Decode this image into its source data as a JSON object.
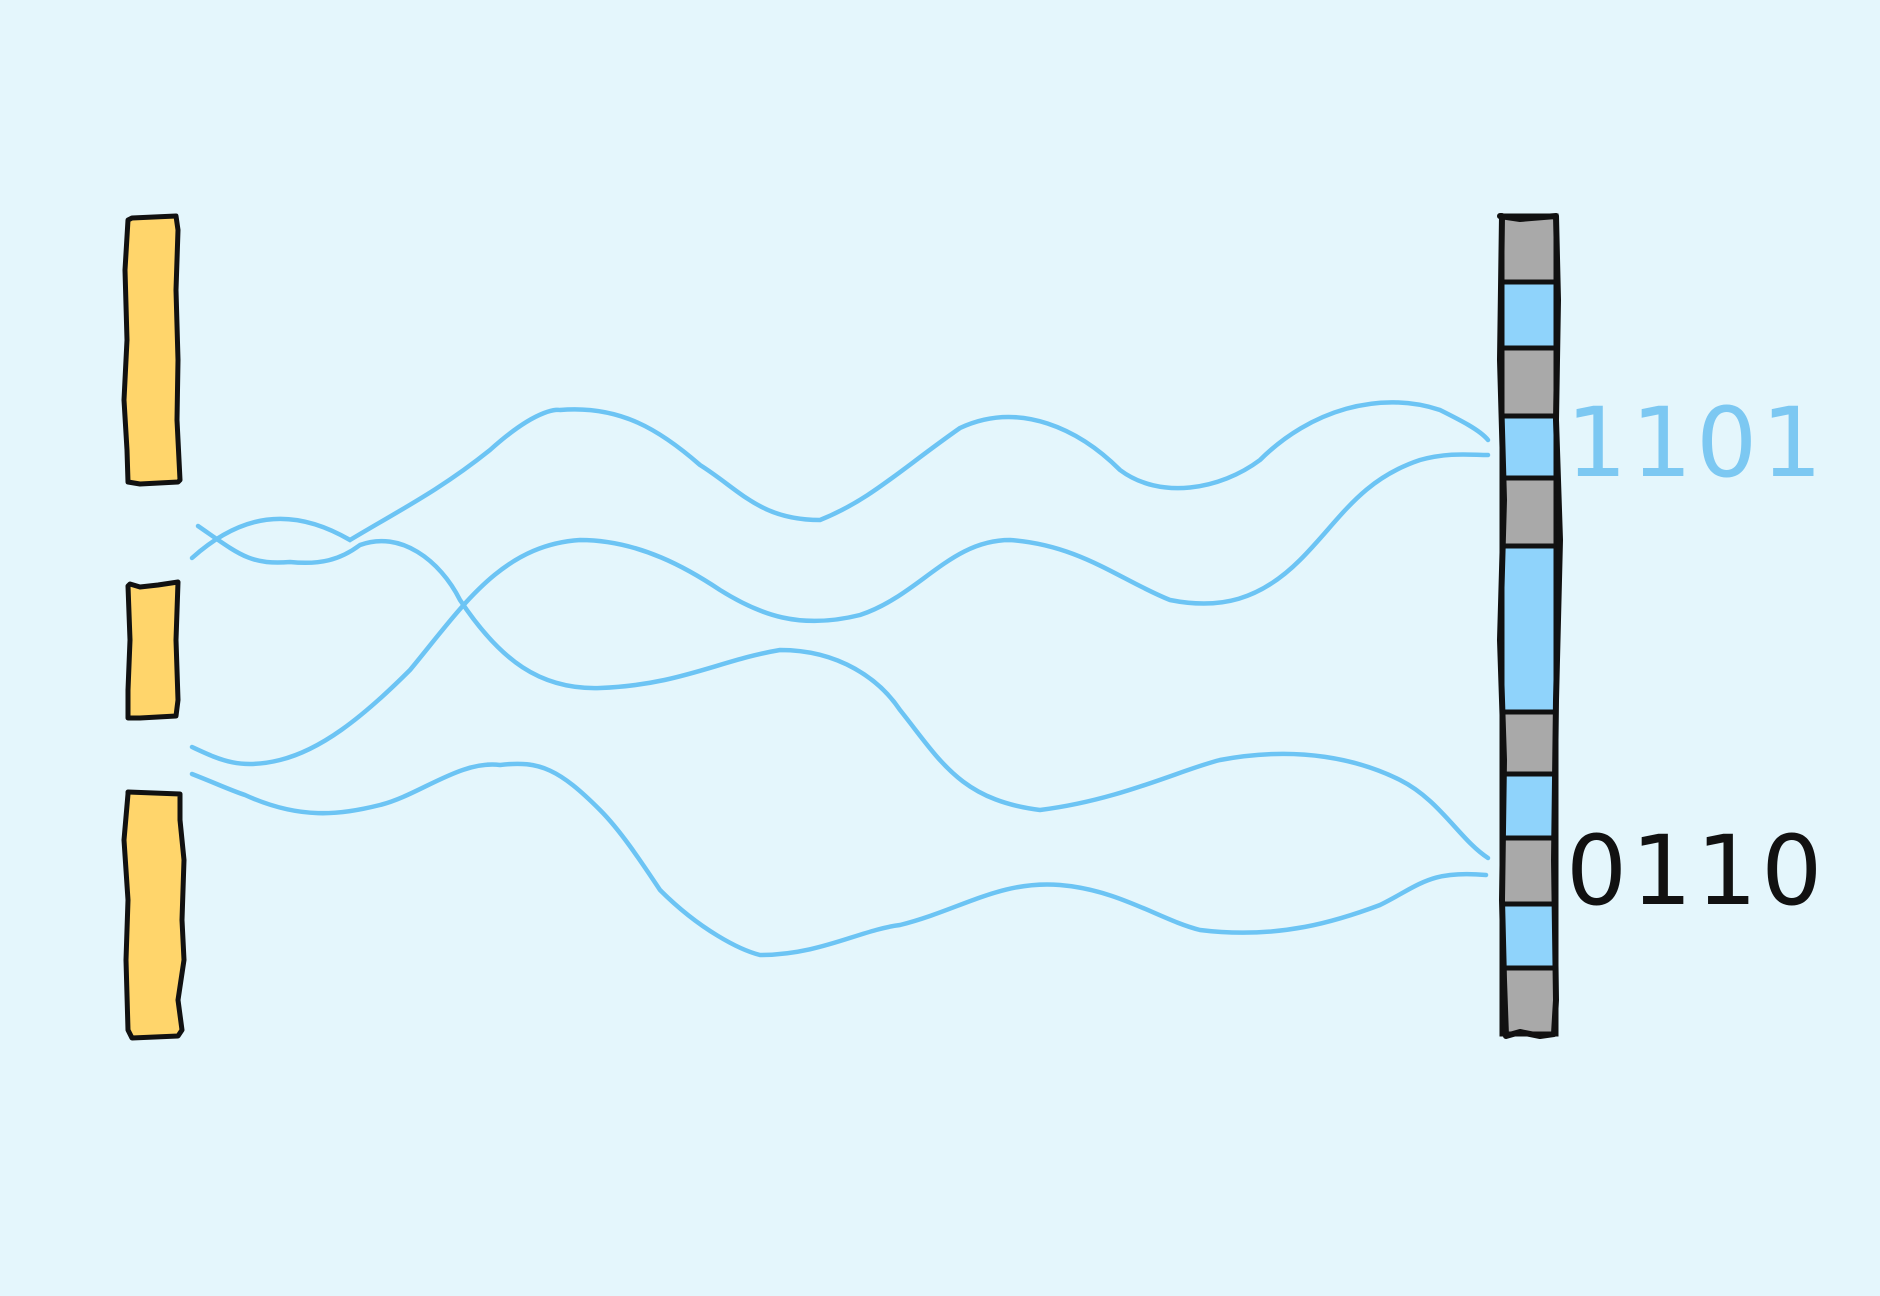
{
  "colors": {
    "background": "#e4f6fc",
    "source_fill": "#ffd56b",
    "cell_gray": "#a9a9a9",
    "cell_blue": "#8fd3fb",
    "wire": "#6cc4f4",
    "outline": "#111111",
    "label_upper": "#7cc8f2",
    "label_lower": "#111111"
  },
  "sources": [
    {
      "name": "source-top"
    },
    {
      "name": "source-middle"
    },
    {
      "name": "source-bottom"
    }
  ],
  "register": {
    "cells": [
      "gray",
      "blue",
      "gray",
      "blue",
      "gray",
      "blue",
      "gray",
      "blue",
      "gray",
      "blue",
      "gray"
    ]
  },
  "labels": {
    "upper_bits": "1101",
    "lower_bits": "0110"
  }
}
